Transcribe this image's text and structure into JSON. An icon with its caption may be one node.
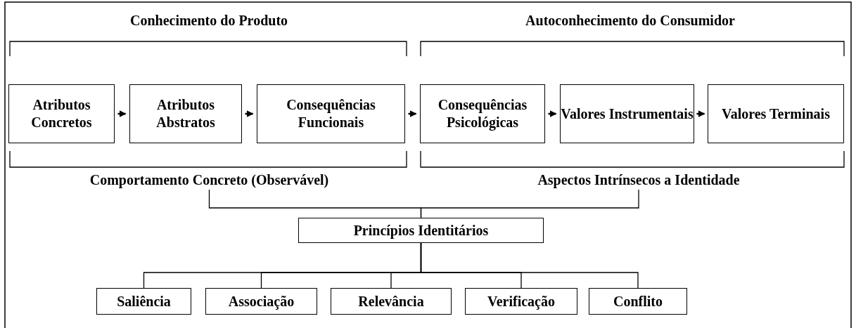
{
  "diagram": {
    "nodes": [
      {
        "text": [
          "Atributos Concretos"
        ]
      },
      {
        "text": [
          "Atributos Abstratos"
        ]
      },
      {
        "text": [
          "Consequências Funcionais"
        ]
      },
      {
        "text": [
          "Consequências Psicológicas"
        ]
      },
      {
        "text": [
          "Valores Instrumentais"
        ]
      },
      {
        "text": [
          "Valores Terminais"
        ]
      },
      {
        "text": [
          "Comportamento Concreto (Observável)"
        ]
      },
      {
        "text": [
          "Aspectos Intrínsecos a Identidade"
        ]
      },
      {
        "text": [
          "Princípios Identitários"
        ]
      },
      {
        "text": [
          "Saliência"
        ]
      },
      {
        "text": [
          "Associação"
        ]
      },
      {
        "text": [
          "Relevância"
        ]
      },
      {
        "text": [
          "Verificação"
        ]
      },
      {
        "text": [
          "Conflito"
        ]
      }
    ],
    "edges": [
      {
        "from": 0,
        "to": 1,
        "arrow": "to"
      },
      {
        "from": 1,
        "to": 2,
        "arrow": "to"
      },
      {
        "from": 2,
        "to": 3,
        "arrow": "to"
      },
      {
        "from": 3,
        "to": 4,
        "arrow": "to"
      },
      {
        "from": 4,
        "to": 5,
        "arrow": "to"
      },
      {
        "from": 6,
        "to": 8,
        "arrow": "none"
      },
      {
        "from": 7,
        "to": 8,
        "arrow": "none"
      },
      {
        "from": 8,
        "to": 9,
        "arrow": "none"
      },
      {
        "from": 8,
        "to": 10,
        "arrow": "none"
      },
      {
        "from": 8,
        "to": 11,
        "arrow": "none"
      },
      {
        "from": 8,
        "to": 12,
        "arrow": "none"
      },
      {
        "from": 8,
        "to": 13,
        "arrow": "none"
      }
    ],
    "labels": [
      "Conhecimento do Produto",
      "Autoconhecimento do Consumidor"
    ]
  }
}
